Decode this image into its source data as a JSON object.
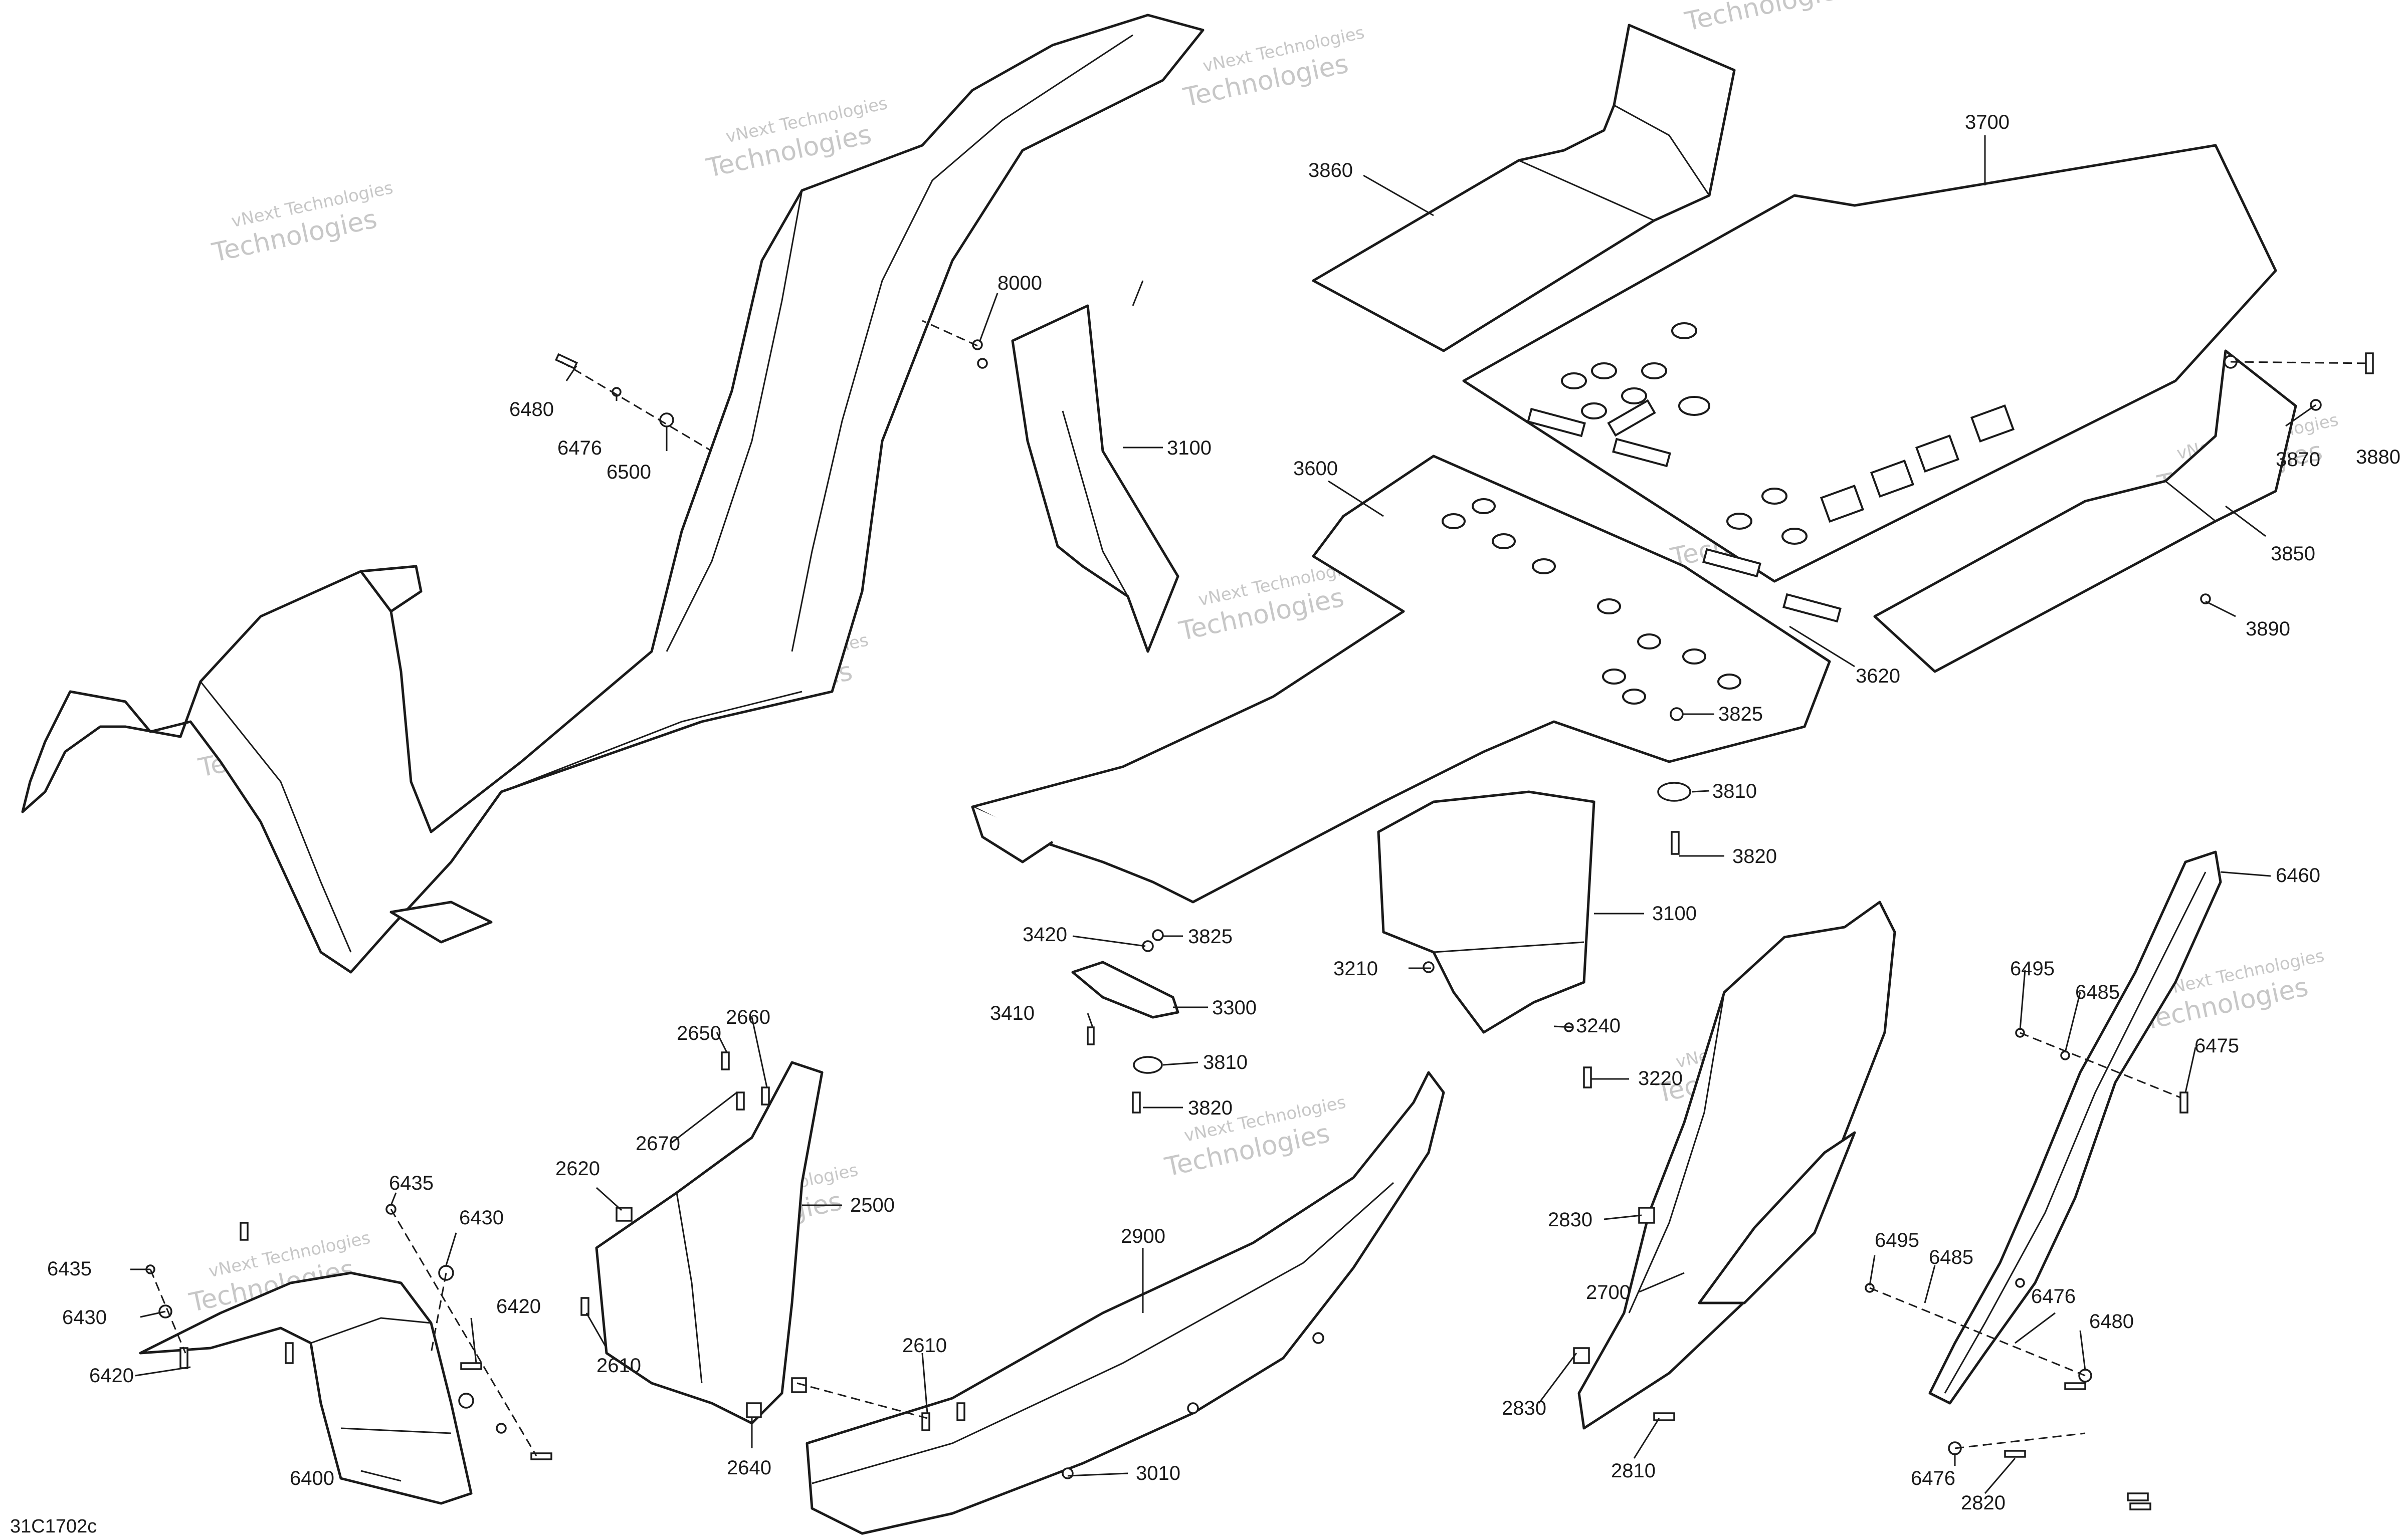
{
  "diagram_code": "31C1702c",
  "watermark": {
    "line1": "vNext Technologies",
    "line2": "Technologies"
  },
  "callouts": [
    {
      "id": "3860",
      "label": "3860"
    },
    {
      "id": "3700",
      "label": "3700"
    },
    {
      "id": "8000",
      "label": "8000"
    },
    {
      "id": "6480a",
      "label": "6480"
    },
    {
      "id": "6476a",
      "label": "6476"
    },
    {
      "id": "6500",
      "label": "6500"
    },
    {
      "id": "3100a",
      "label": "3100"
    },
    {
      "id": "3600",
      "label": "3600"
    },
    {
      "id": "3870",
      "label": "3870"
    },
    {
      "id": "3880",
      "label": "3880"
    },
    {
      "id": "3850",
      "label": "3850"
    },
    {
      "id": "3890",
      "label": "3890"
    },
    {
      "id": "3620",
      "label": "3620"
    },
    {
      "id": "3825a",
      "label": "3825"
    },
    {
      "id": "3810a",
      "label": "3810"
    },
    {
      "id": "3820a",
      "label": "3820"
    },
    {
      "id": "3100b",
      "label": "3100"
    },
    {
      "id": "3210",
      "label": "3210"
    },
    {
      "id": "3240",
      "label": "3240"
    },
    {
      "id": "3220",
      "label": "3220"
    },
    {
      "id": "3420",
      "label": "3420"
    },
    {
      "id": "3825b",
      "label": "3825"
    },
    {
      "id": "3410",
      "label": "3410"
    },
    {
      "id": "3300",
      "label": "3300"
    },
    {
      "id": "3810b",
      "label": "3810"
    },
    {
      "id": "3820b",
      "label": "3820"
    },
    {
      "id": "6460",
      "label": "6460"
    },
    {
      "id": "6495a",
      "label": "6495"
    },
    {
      "id": "6485a",
      "label": "6485"
    },
    {
      "id": "6475",
      "label": "6475"
    },
    {
      "id": "2650",
      "label": "2650"
    },
    {
      "id": "2660",
      "label": "2660"
    },
    {
      "id": "2670",
      "label": "2670"
    },
    {
      "id": "2620",
      "label": "2620"
    },
    {
      "id": "2500",
      "label": "2500"
    },
    {
      "id": "2900",
      "label": "2900"
    },
    {
      "id": "2830a",
      "label": "2830"
    },
    {
      "id": "2700",
      "label": "2700"
    },
    {
      "id": "2830b",
      "label": "2830"
    },
    {
      "id": "2810",
      "label": "2810"
    },
    {
      "id": "6495b",
      "label": "6495"
    },
    {
      "id": "6485b",
      "label": "6485"
    },
    {
      "id": "6476b",
      "label": "6476"
    },
    {
      "id": "6480b",
      "label": "6480"
    },
    {
      "id": "6476c",
      "label": "6476"
    },
    {
      "id": "2820",
      "label": "2820"
    },
    {
      "id": "6435a",
      "label": "6435"
    },
    {
      "id": "6430a",
      "label": "6430"
    },
    {
      "id": "6435b",
      "label": "6435"
    },
    {
      "id": "6430b",
      "label": "6430"
    },
    {
      "id": "6420a",
      "label": "6420"
    },
    {
      "id": "6420b",
      "label": "6420"
    },
    {
      "id": "6400",
      "label": "6400"
    },
    {
      "id": "2610a",
      "label": "2610"
    },
    {
      "id": "2610b",
      "label": "2610"
    },
    {
      "id": "2640",
      "label": "2640"
    },
    {
      "id": "3010",
      "label": "3010"
    }
  ]
}
